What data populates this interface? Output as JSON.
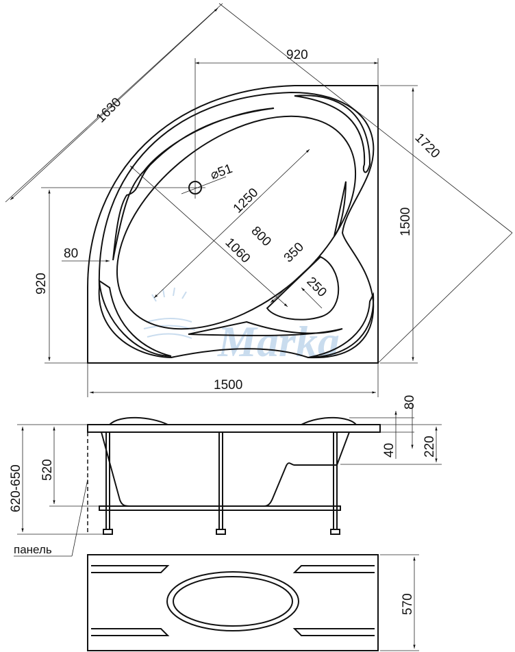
{
  "plan_view": {
    "diag_outer": "1630",
    "top_offset": "920",
    "diag_right": "1720",
    "height_right": "1500",
    "left_offset": "920",
    "rim_width": "80",
    "drain": "⌀51",
    "bowl_length": "1250",
    "bowl_width": "800",
    "diag_inner": "1060",
    "seat_width": "350",
    "seat_depth": "250",
    "width_bottom": "1500",
    "watermark": "Marka"
  },
  "side_view": {
    "headrest_height": "80",
    "rim_thickness": "40",
    "seat_height": "220",
    "depth": "520",
    "total_height": "620-650",
    "panel_label": "панель"
  },
  "front_view": {
    "panel_height": "570"
  },
  "colors": {
    "line": "#111111",
    "watermark": "#c9dcee"
  }
}
